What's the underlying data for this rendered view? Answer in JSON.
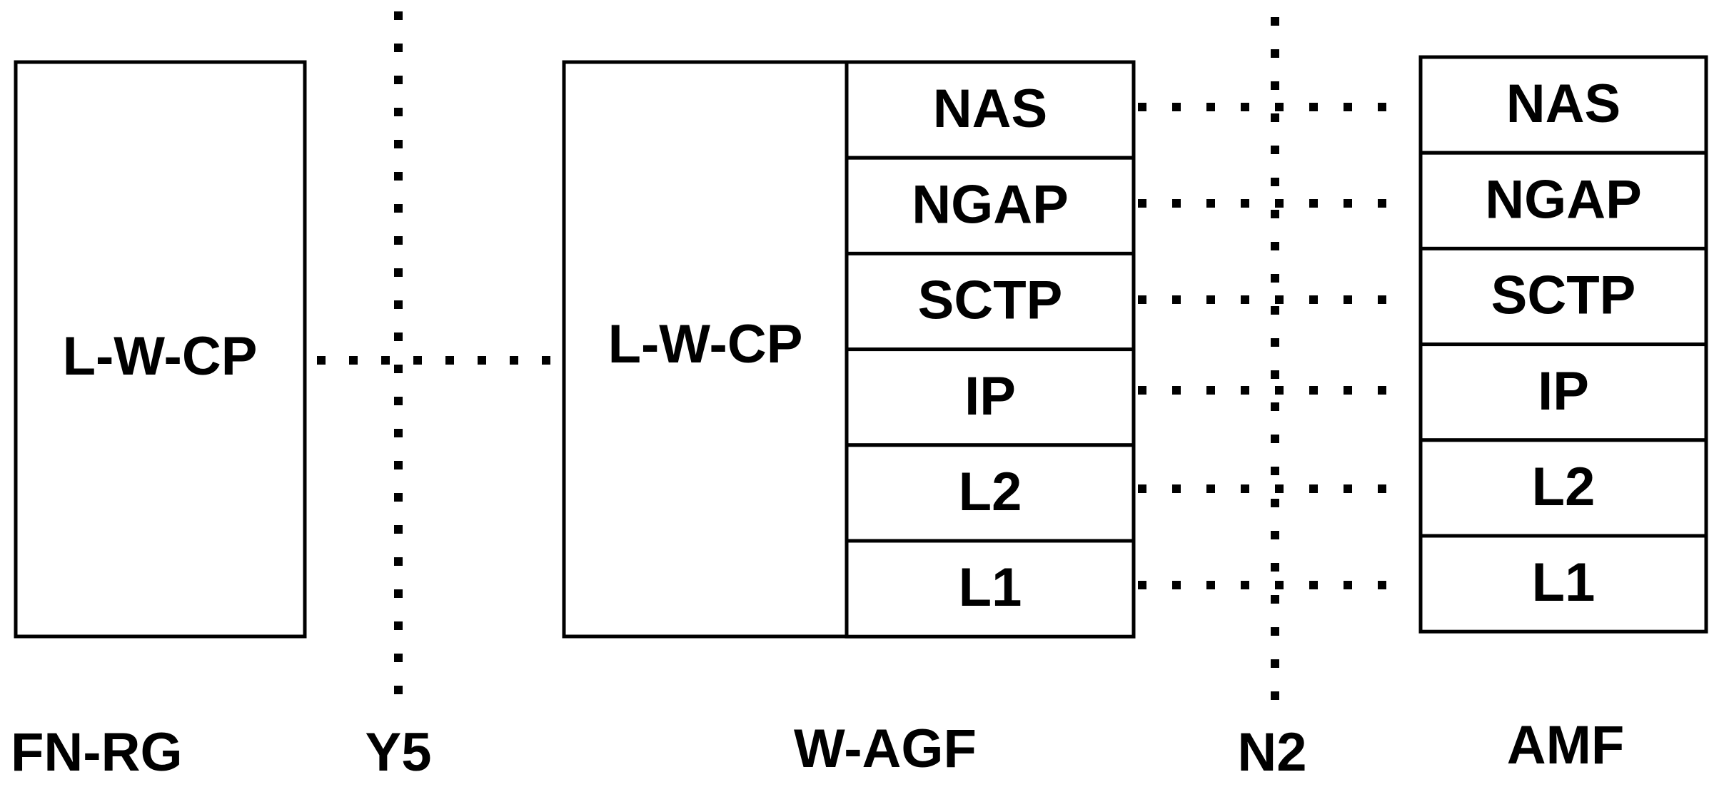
{
  "fnrg": {
    "box_label": "L-W-CP",
    "entity_label": "FN-RG"
  },
  "wagf": {
    "box_label": "L-W-CP",
    "entity_label": "W-AGF",
    "stack": [
      "NAS",
      "NGAP",
      "SCTP",
      "IP",
      "L2",
      "L1"
    ]
  },
  "amf": {
    "entity_label": "AMF",
    "stack": [
      "NAS",
      "NGAP",
      "SCTP",
      "IP",
      "L2",
      "L1"
    ]
  },
  "reference_points": {
    "y5": "Y5",
    "n2": "N2"
  }
}
